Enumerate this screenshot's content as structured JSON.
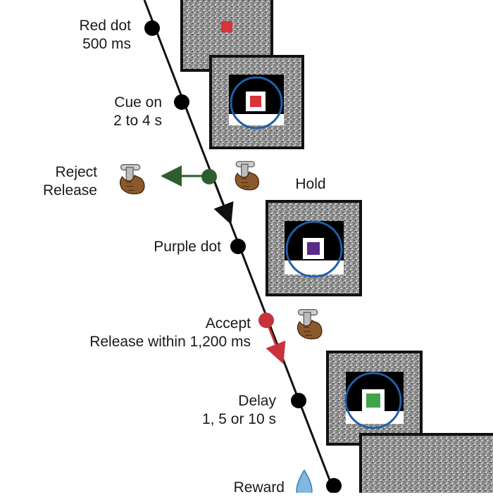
{
  "colors": {
    "timeline": "#111111",
    "reject": "#2e5e2e",
    "accept": "#c8323a",
    "cue_ring": "#1f5fa8",
    "red_square": "#d8323a",
    "purple_square": "#5a2a86",
    "green_square": "#3fa34a",
    "hand": "#8b5a2b",
    "reward_drop": "#7fb8e0"
  },
  "events": [
    {
      "id": "red-dot",
      "line1": "Red dot",
      "line2": "500 ms",
      "dot": "black"
    },
    {
      "id": "cue-on",
      "line1": "Cue on",
      "line2": "2 to 4 s",
      "dot": "black"
    },
    {
      "id": "reject",
      "line1": "Reject",
      "line2": "Release",
      "dot": "green"
    },
    {
      "id": "purple-dot",
      "line1": "Purple dot",
      "line2": "",
      "dot": "black"
    },
    {
      "id": "accept",
      "line1": "Accept",
      "line2": "Release within 1,200 ms",
      "dot": "red"
    },
    {
      "id": "delay",
      "line1": "Delay",
      "line2": "1, 5 or 10 s",
      "dot": "black"
    },
    {
      "id": "reward",
      "line1": "Reward",
      "line2": "",
      "dot": "black"
    }
  ],
  "hold_label": "Hold",
  "screens": [
    {
      "id": "fixation-red",
      "content": "red square on noise"
    },
    {
      "id": "cue-red",
      "content": "ring cue with red square"
    },
    {
      "id": "cue-purple",
      "content": "ring cue with purple square"
    },
    {
      "id": "cue-green",
      "content": "ring cue with green square"
    },
    {
      "id": "noise-blank",
      "content": "noise only"
    }
  ],
  "icons": [
    "lever-hand-icon",
    "water-drop-icon"
  ]
}
